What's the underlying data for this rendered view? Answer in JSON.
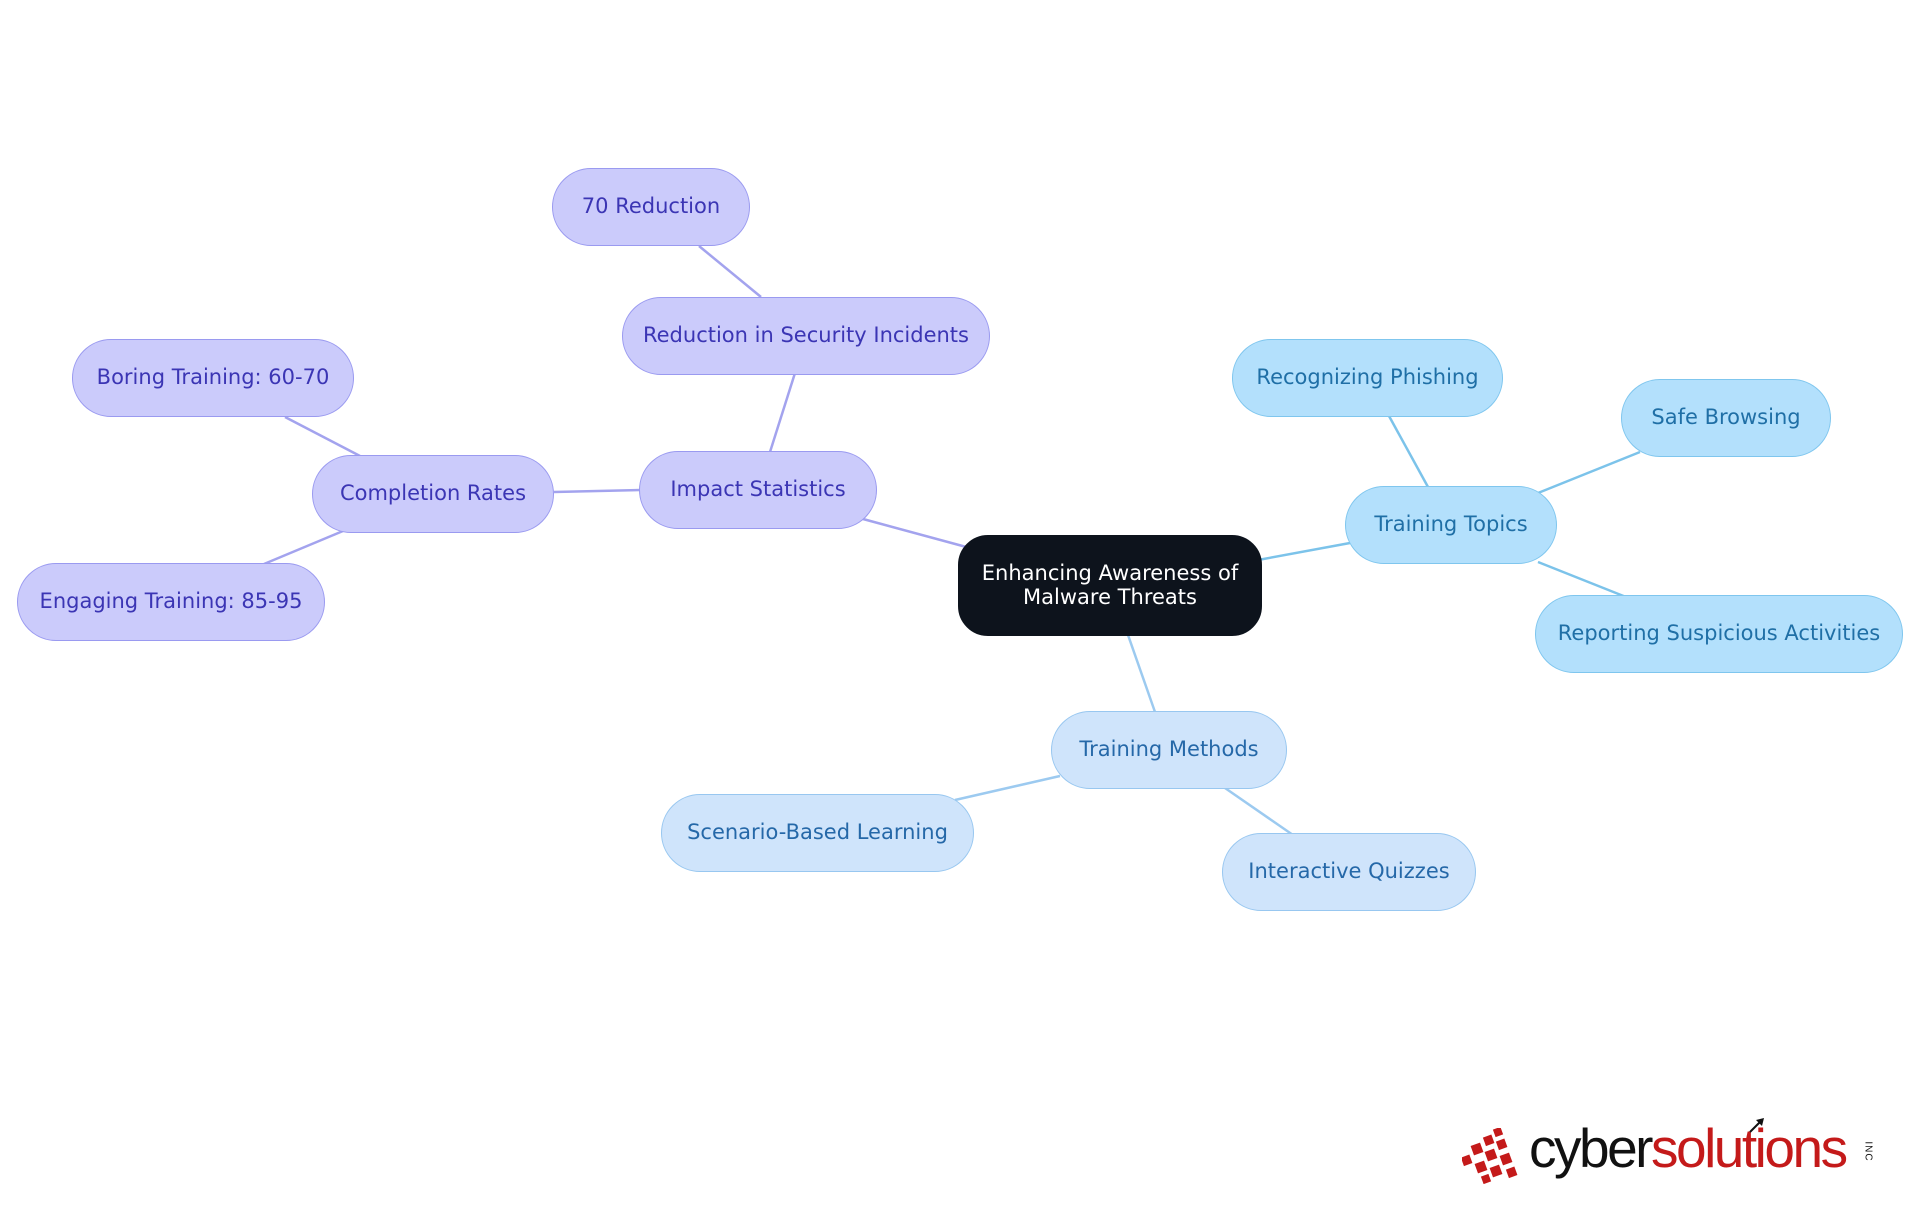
{
  "mindmap": {
    "root": {
      "label": "Enhancing Awareness of Malware Threats"
    },
    "branches": [
      {
        "label": "Impact Statistics",
        "children": [
          {
            "label": "Reduction in Security Incidents",
            "children": [
              {
                "label": "70 Reduction"
              }
            ]
          },
          {
            "label": "Completion Rates",
            "children": [
              {
                "label": "Boring Training: 60-70"
              },
              {
                "label": "Engaging Training: 85-95"
              }
            ]
          }
        ]
      },
      {
        "label": "Training Topics",
        "children": [
          {
            "label": "Recognizing Phishing"
          },
          {
            "label": "Safe Browsing"
          },
          {
            "label": "Reporting Suspicious Activities"
          }
        ]
      },
      {
        "label": "Training Methods",
        "children": [
          {
            "label": "Scenario-Based Learning"
          },
          {
            "label": "Interactive Quizzes"
          }
        ]
      }
    ]
  },
  "logo": {
    "word_black": "cyber",
    "word_red": "solutions",
    "suffix": "INC"
  },
  "colors": {
    "purple_edge": "#a3a3ee",
    "cyan_edge": "#7cc3ea",
    "blue_edge": "#9ccaf0",
    "root_fill": "#0d131c"
  }
}
